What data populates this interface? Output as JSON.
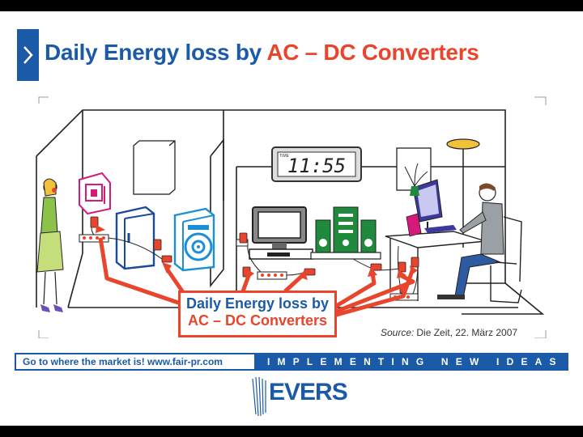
{
  "title": {
    "part1": "Daily Energy loss by ",
    "part2": "AC – DC Converters"
  },
  "clock": {
    "label": "TIME",
    "time": "11:55"
  },
  "caption": {
    "line1": "Daily Energy loss by",
    "line2": "AC – DC Converters"
  },
  "source": {
    "label": "Source:",
    "text": "Die Zeit, 22. März 2007"
  },
  "footer": {
    "slogan": "Go to where the market is!   www.fair-pr.com",
    "tagline": "IMPLEMENTING NEW IDEAS"
  },
  "logo": {
    "text": "EVERS"
  },
  "colors": {
    "brand_blue": "#1b5aa7",
    "accent_red": "#e8452c",
    "appliance_green": "#1f8a3c",
    "washer_blue": "#1a8fd6"
  }
}
